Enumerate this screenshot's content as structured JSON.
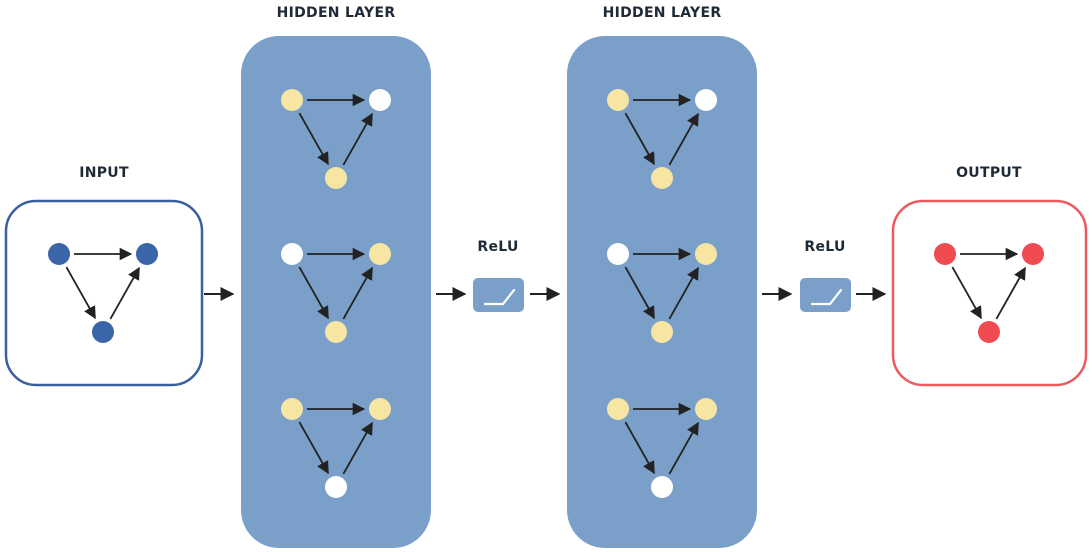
{
  "labels": {
    "input": "INPUT",
    "hidden_1": "HIDDEN LAYER",
    "hidden_2": "HIDDEN LAYER",
    "output": "OUTPUT",
    "relu_1": "ReLU",
    "relu_2": "ReLU"
  },
  "colors": {
    "input_node": "#3a65a8",
    "input_border": "#3a5fa0",
    "hidden_panel": "#7aa0c9",
    "node_yellow": "#f7e5a4",
    "node_white": "#ffffff",
    "output_node": "#ef4b50",
    "output_border": "#ec5a5e",
    "relu_box": "#7aa0c9",
    "arrow": "#222222"
  },
  "graphs": {
    "input": [
      "blue",
      "blue",
      "blue"
    ],
    "hidden_1": [
      [
        "yellow",
        "white",
        "yellow"
      ],
      [
        "white",
        "yellow",
        "yellow"
      ],
      [
        "yellow",
        "yellow",
        "white"
      ]
    ],
    "hidden_2": [
      [
        "yellow",
        "white",
        "yellow"
      ],
      [
        "white",
        "yellow",
        "yellow"
      ],
      [
        "yellow",
        "yellow",
        "white"
      ]
    ],
    "output": [
      "red",
      "red",
      "red"
    ]
  }
}
